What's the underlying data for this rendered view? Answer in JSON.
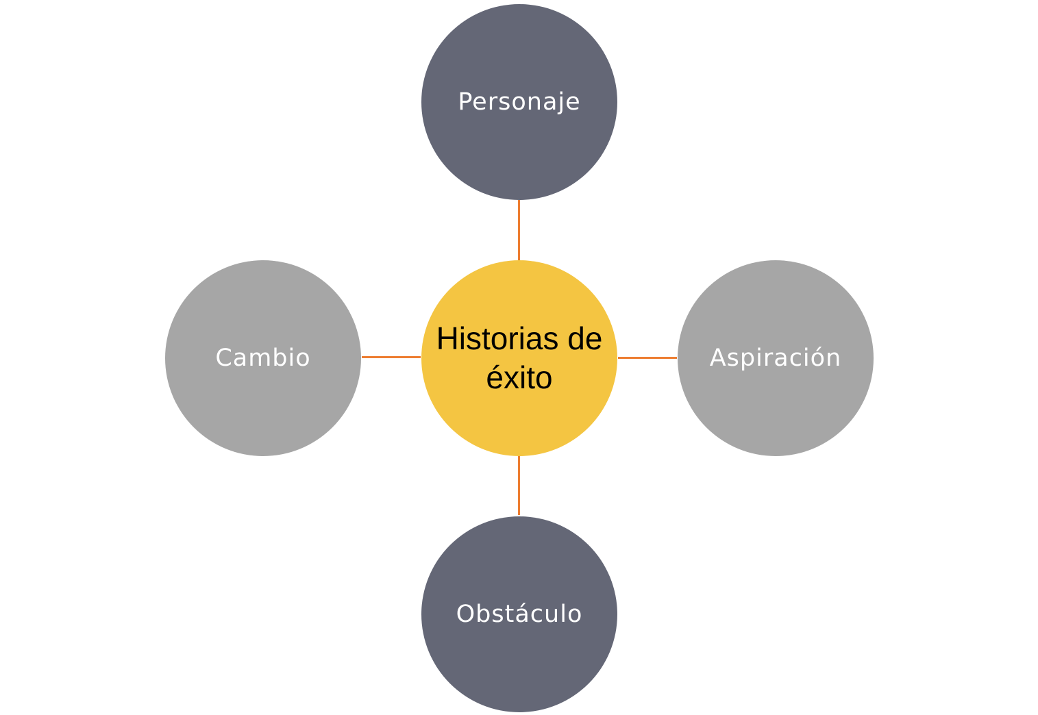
{
  "colors": {
    "center_fill": "#F4C542",
    "dark_fill": "#646776",
    "light_fill": "#A6A6A6",
    "connector": "#ED7D31",
    "label_text": "#FFFFFF",
    "center_text": "#000000"
  },
  "center": {
    "label": "Historias de éxito"
  },
  "nodes": {
    "top": {
      "label": "Personaje"
    },
    "left": {
      "label": "Cambio"
    },
    "right": {
      "label": "Aspiración"
    },
    "bottom": {
      "label": "Obstáculo"
    }
  }
}
